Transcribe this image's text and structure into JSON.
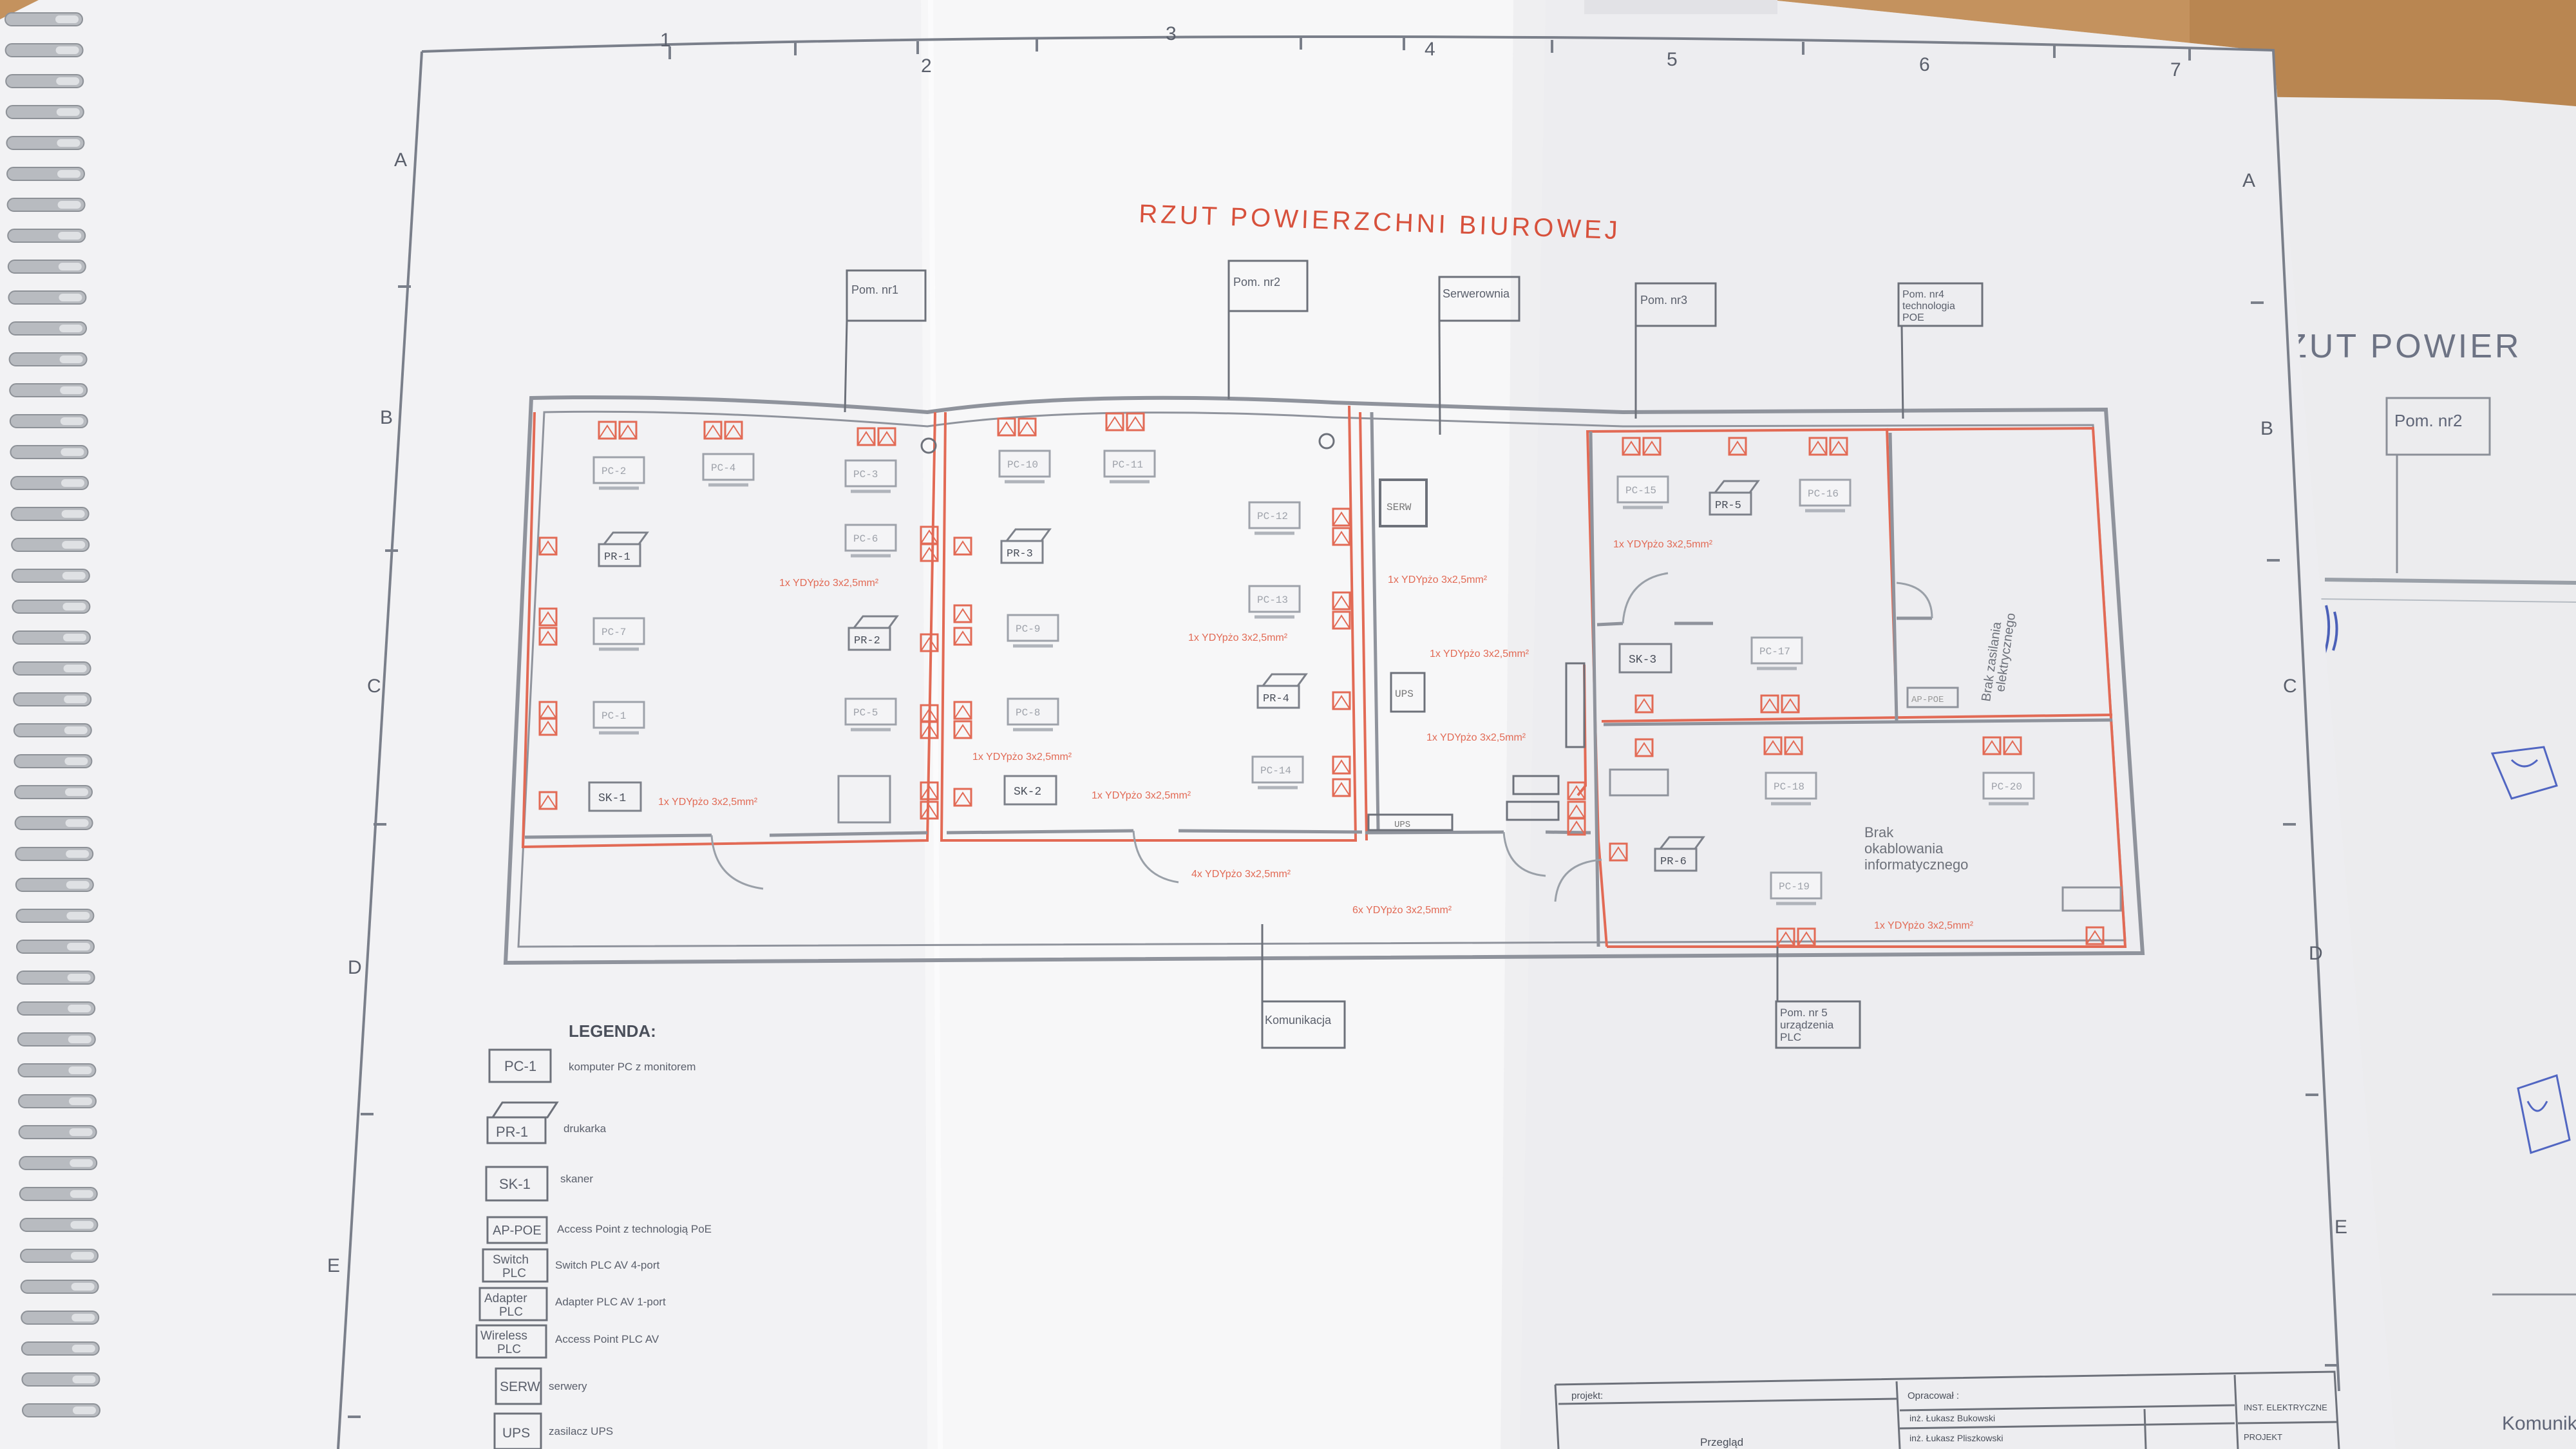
{
  "drawing": {
    "title": "RZUT POWIERZCHNI BIUROWEJ",
    "column_numbers": [
      "1",
      "2",
      "3",
      "4",
      "5",
      "6",
      "7"
    ],
    "row_letters": [
      "A",
      "B",
      "C",
      "D",
      "E"
    ],
    "callouts": {
      "pom1": "Pom. nr1",
      "pom2": "Pom. nr2",
      "serwerownia": "Serwerownia",
      "pom3": "Pom. nr3",
      "pom4_l1": "Pom. nr4",
      "pom4_l2": "technologia",
      "pom4_l3": "POE",
      "komunikacja": "Komunikacja",
      "pom5_l1": "Pom. nr 5",
      "pom5_l2": "urządzenia",
      "pom5_l3": "PLC"
    },
    "equipment": {
      "pc1": "PC-1",
      "pc2": "PC-2",
      "pc3": "PC-3",
      "pc4": "PC-4",
      "pc5": "PC-5",
      "pc6": "PC-6",
      "pc7": "PC-7",
      "pc8": "PC-8",
      "pc9": "PC-9",
      "pc10": "PC-10",
      "pc11": "PC-11",
      "pc12": "PC-12",
      "pc13": "PC-13",
      "pc14": "PC-14",
      "pc15": "PC-15",
      "pc16": "PC-16",
      "pc17": "PC-17",
      "pc18": "PC-18",
      "pc19": "PC-19",
      "pc20": "PC-20",
      "pr1": "PR-1",
      "pr2": "PR-2",
      "pr3": "PR-3",
      "pr4": "PR-4",
      "pr5": "PR-5",
      "pr6": "PR-6",
      "sk1": "SK-1",
      "sk2": "SK-2",
      "sk3": "SK-3",
      "serw": "SERW",
      "ups": "UPS",
      "appoe": "AP-POE"
    },
    "notes": {
      "brak_zasilania_l1": "Brak zasilania",
      "brak_zasilania_l2": "elektrycznego",
      "brak_okablowania_l1": "Brak",
      "brak_okablowania_l2": "okablowania",
      "brak_okablowania_l3": "informatycznego",
      "cable_spec": "1x YDYpżo 3x2,5mm²",
      "cable_spec_4x": "4x YDYpżo 3x2,5mm²",
      "cable_spec_6x": "6x YDYpżo 3x2,5mm²"
    }
  },
  "legend": {
    "heading": "LEGENDA:",
    "items": [
      {
        "symbol": "PC-1",
        "desc": "komputer PC z monitorem"
      },
      {
        "symbol": "PR-1",
        "desc": "drukarka"
      },
      {
        "symbol": "SK-1",
        "desc": "skaner"
      },
      {
        "symbol": "AP-POE",
        "desc": "Access Point z technologią PoE"
      },
      {
        "symbol_l1": "Switch",
        "symbol_l2": "PLC",
        "desc": "Switch PLC AV 4-port"
      },
      {
        "symbol_l1": "Adapter",
        "symbol_l2": "PLC",
        "desc": "Adapter PLC AV 1-port"
      },
      {
        "symbol_l1": "Wireless",
        "symbol_l2": "PLC",
        "desc": "Access Point PLC AV"
      },
      {
        "symbol": "SERW",
        "desc": "serwery"
      },
      {
        "symbol": "UPS",
        "desc": "zasilacz UPS"
      }
    ]
  },
  "title_block": {
    "projekt_label": "projekt:",
    "projekt_value": "Przegląd",
    "opracowal_label": "Opracował :",
    "author1": "inż. Łukasz Bukowski",
    "author2": "inż. Łukasz Pliszkowski",
    "inst": "INST. ELEKTRYCZNE",
    "projekt_stamp": "PROJEKT"
  },
  "second_sheet": {
    "title_fragment": "ZUT POWIER",
    "callout": "Pom. nr2",
    "corner_text": "Komunik"
  }
}
